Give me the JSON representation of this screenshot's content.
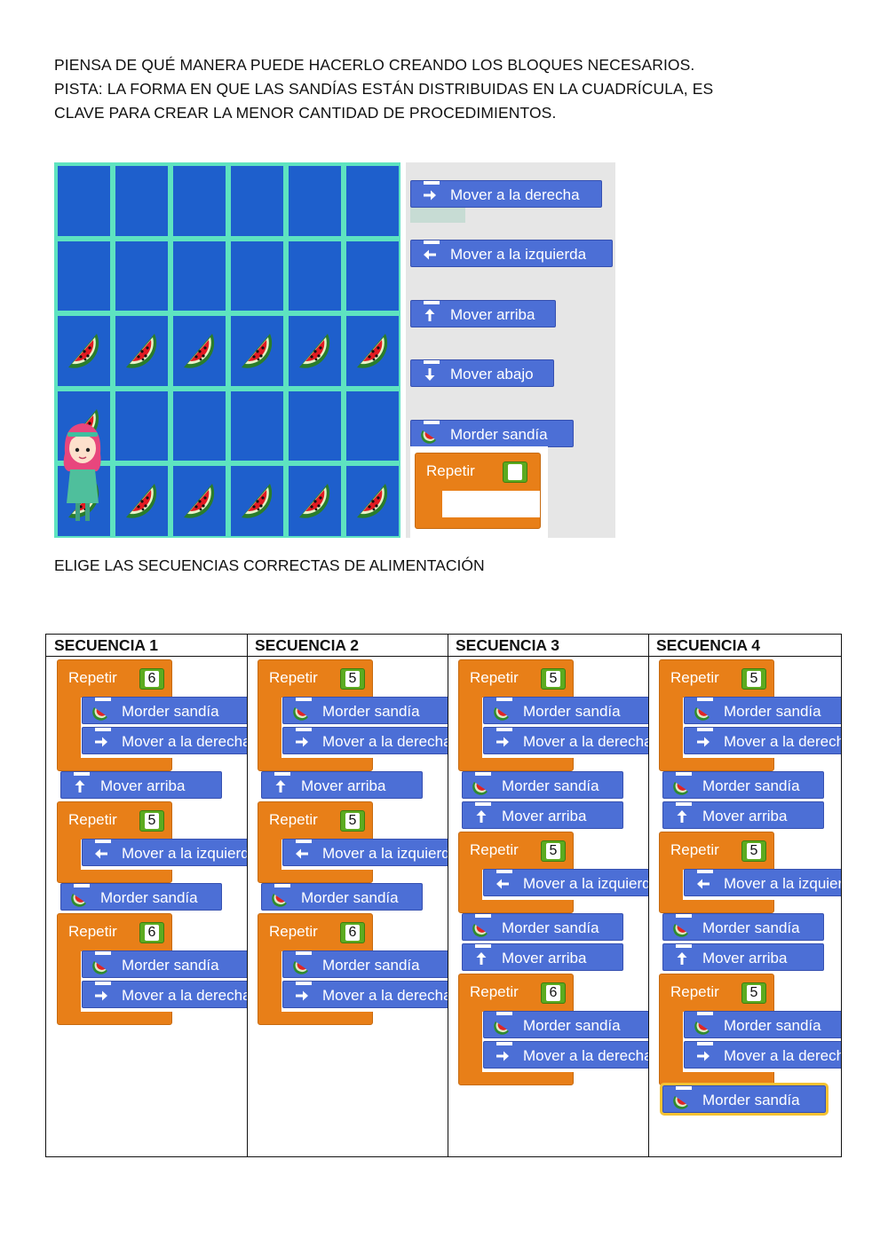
{
  "intro": {
    "line1": "PIENSA DE QUÉ MANERA PUEDE HACERLO CREANDO LOS BLOQUES NECESARIOS.",
    "line2": "PISTA: LA FORMA EN QUE LAS SANDÍAS ESTÁN DISTRIBUIDAS EN LA CUADRÍCULA, ES",
    "line3": "CLAVE PARA CREAR LA MENOR CANTIDAD DE PROCEDIMIENTOS."
  },
  "grid": {
    "rows": 5,
    "cols": 6,
    "melons": [
      [
        2,
        0
      ],
      [
        2,
        1
      ],
      [
        2,
        2
      ],
      [
        2,
        3
      ],
      [
        2,
        4
      ],
      [
        2,
        5
      ],
      [
        3,
        0
      ],
      [
        4,
        0
      ],
      [
        4,
        1
      ],
      [
        4,
        2
      ],
      [
        4,
        3
      ],
      [
        4,
        4
      ],
      [
        4,
        5
      ]
    ],
    "character_cell": [
      4,
      0
    ]
  },
  "palette": {
    "right": "Mover a la derecha",
    "left": "Mover a la izquierda",
    "up": "Mover arriba",
    "down": "Mover abajo",
    "bite": "Morder sandía",
    "repeat": "Repetir"
  },
  "question": "ELIGE LAS SECUENCIAS CORRECTAS DE ALIMENTACIÓN",
  "sequences": [
    {
      "title": "SECUENCIA 1",
      "blocks": [
        {
          "type": "repeat",
          "label": "Repetir",
          "count": "6",
          "body": [
            {
              "icon": "bite",
              "label": "Morder sandía"
            },
            {
              "icon": "right",
              "label": "Mover a la derecha"
            }
          ]
        },
        {
          "type": "cmd",
          "icon": "up",
          "label": "Mover arriba"
        },
        {
          "type": "repeat",
          "label": "Repetir",
          "count": "5",
          "body": [
            {
              "icon": "left",
              "label": "Mover a la izquierda"
            }
          ]
        },
        {
          "type": "cmd",
          "icon": "bite",
          "label": "Morder sandía"
        },
        {
          "type": "repeat",
          "label": "Repetir",
          "count": "6",
          "body": [
            {
              "icon": "bite",
              "label": "Morder sandía"
            },
            {
              "icon": "right",
              "label": "Mover a la derecha"
            }
          ]
        }
      ]
    },
    {
      "title": "SECUENCIA 2",
      "blocks": [
        {
          "type": "repeat",
          "label": "Repetir",
          "count": "5",
          "body": [
            {
              "icon": "bite",
              "label": "Morder sandía"
            },
            {
              "icon": "right",
              "label": "Mover a la derecha"
            }
          ]
        },
        {
          "type": "cmd",
          "icon": "up",
          "label": "Mover arriba"
        },
        {
          "type": "repeat",
          "label": "Repetir",
          "count": "5",
          "body": [
            {
              "icon": "left",
              "label": "Mover a la izquierda"
            }
          ]
        },
        {
          "type": "cmd",
          "icon": "bite",
          "label": "Morder sandía"
        },
        {
          "type": "repeat",
          "label": "Repetir",
          "count": "6",
          "body": [
            {
              "icon": "bite",
              "label": "Morder sandía"
            },
            {
              "icon": "right",
              "label": "Mover a la derecha"
            }
          ]
        }
      ]
    },
    {
      "title": "SECUENCIA 3",
      "blocks": [
        {
          "type": "repeat",
          "label": "Repetir",
          "count": "5",
          "body": [
            {
              "icon": "bite",
              "label": "Morder sandía"
            },
            {
              "icon": "right",
              "label": "Mover a la derecha"
            }
          ]
        },
        {
          "type": "cmd",
          "icon": "bite",
          "label": "Morder sandía"
        },
        {
          "type": "cmd",
          "icon": "up",
          "label": "Mover arriba"
        },
        {
          "type": "repeat",
          "label": "Repetir",
          "count": "5",
          "body": [
            {
              "icon": "left",
              "label": "Mover a la izquierda"
            }
          ]
        },
        {
          "type": "cmd",
          "icon": "bite",
          "label": "Morder sandía"
        },
        {
          "type": "cmd",
          "icon": "up",
          "label": "Mover arriba"
        },
        {
          "type": "repeat",
          "label": "Repetir",
          "count": "6",
          "body": [
            {
              "icon": "bite",
              "label": "Morder sandía"
            },
            {
              "icon": "right",
              "label": "Mover a la derecha"
            }
          ]
        }
      ]
    },
    {
      "title": "SECUENCIA 4",
      "blocks": [
        {
          "type": "repeat",
          "label": "Repetir",
          "count": "5",
          "body": [
            {
              "icon": "bite",
              "label": "Morder sandía"
            },
            {
              "icon": "right",
              "label": "Mover a la derecha"
            }
          ]
        },
        {
          "type": "cmd",
          "icon": "bite",
          "label": "Morder sandía"
        },
        {
          "type": "cmd",
          "icon": "up",
          "label": "Mover arriba"
        },
        {
          "type": "repeat",
          "label": "Repetir",
          "count": "5",
          "body": [
            {
              "icon": "left",
              "label": "Mover a la izquierda"
            }
          ]
        },
        {
          "type": "cmd",
          "icon": "bite",
          "label": "Morder sandía"
        },
        {
          "type": "cmd",
          "icon": "up",
          "label": "Mover arriba"
        },
        {
          "type": "repeat",
          "label": "Repetir",
          "count": "5",
          "body": [
            {
              "icon": "bite",
              "label": "Morder sandía"
            },
            {
              "icon": "right",
              "label": "Mover a la derecha"
            }
          ]
        },
        {
          "type": "cmd",
          "icon": "bite",
          "label": "Morder sandía",
          "selected": true
        }
      ]
    }
  ],
  "colors": {
    "block_blue": "#4c6fd6",
    "repeat_orange": "#e87f18",
    "grid_line": "#5ee3c0",
    "grid_cell": "#1e5fcc",
    "number_green": "#5cab20"
  }
}
